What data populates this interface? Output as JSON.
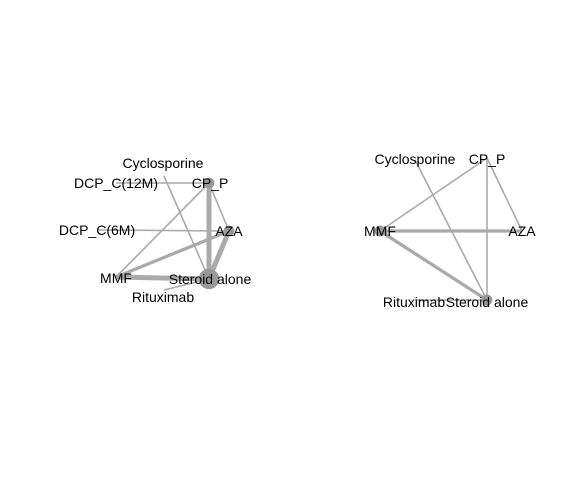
{
  "colors": {
    "edge": "#aaaaaa",
    "node": "#999999",
    "label": "#000000"
  },
  "networks": [
    {
      "nodes": [
        {
          "id": "cyclosporine",
          "label": "Cyclosporine",
          "size": 0
        },
        {
          "id": "cp_p",
          "label": "CP_P",
          "size": 1
        },
        {
          "id": "aza",
          "label": "AZA",
          "size": 1
        },
        {
          "id": "steroid",
          "label": "Steroid alone",
          "size": 3
        },
        {
          "id": "rituximab",
          "label": "Rituximab",
          "size": 0
        },
        {
          "id": "mmf",
          "label": "MMF",
          "size": 0
        },
        {
          "id": "dcp6",
          "label": "DCP_C(6M)",
          "size": 0
        },
        {
          "id": "dcp12",
          "label": "DCP_C(12M)",
          "size": 0
        }
      ],
      "edges": [
        {
          "from": "cyclosporine",
          "to": "steroid",
          "weight": 1
        },
        {
          "from": "dcp12",
          "to": "cp_p",
          "weight": 1
        },
        {
          "from": "dcp6",
          "to": "aza",
          "weight": 1
        },
        {
          "from": "mmf",
          "to": "cp_p",
          "weight": 1
        },
        {
          "from": "mmf",
          "to": "aza",
          "weight": 2
        },
        {
          "from": "mmf",
          "to": "steroid",
          "weight": 3
        },
        {
          "from": "cp_p",
          "to": "aza",
          "weight": 1
        },
        {
          "from": "cp_p",
          "to": "steroid",
          "weight": 3
        },
        {
          "from": "aza",
          "to": "steroid",
          "weight": 3
        },
        {
          "from": "rituximab",
          "to": "steroid",
          "weight": 1
        }
      ]
    },
    {
      "nodes": [
        {
          "id": "cyclosporine",
          "label": "Cyclosporine",
          "size": 0
        },
        {
          "id": "cp_p",
          "label": "CP_P",
          "size": 0
        },
        {
          "id": "aza",
          "label": "AZA",
          "size": 0
        },
        {
          "id": "steroid",
          "label": "Steroid alone",
          "size": 1
        },
        {
          "id": "rituximab",
          "label": "Rituximab",
          "size": 0
        },
        {
          "id": "mmf",
          "label": "MMF",
          "size": 1
        }
      ],
      "edges": [
        {
          "from": "cyclosporine",
          "to": "steroid",
          "weight": 1
        },
        {
          "from": "mmf",
          "to": "cp_p",
          "weight": 1
        },
        {
          "from": "mmf",
          "to": "aza",
          "weight": 2
        },
        {
          "from": "mmf",
          "to": "steroid",
          "weight": 2
        },
        {
          "from": "cp_p",
          "to": "aza",
          "weight": 1
        },
        {
          "from": "cp_p",
          "to": "steroid",
          "weight": 1
        },
        {
          "from": "rituximab",
          "to": "steroid",
          "weight": 1
        }
      ]
    }
  ]
}
